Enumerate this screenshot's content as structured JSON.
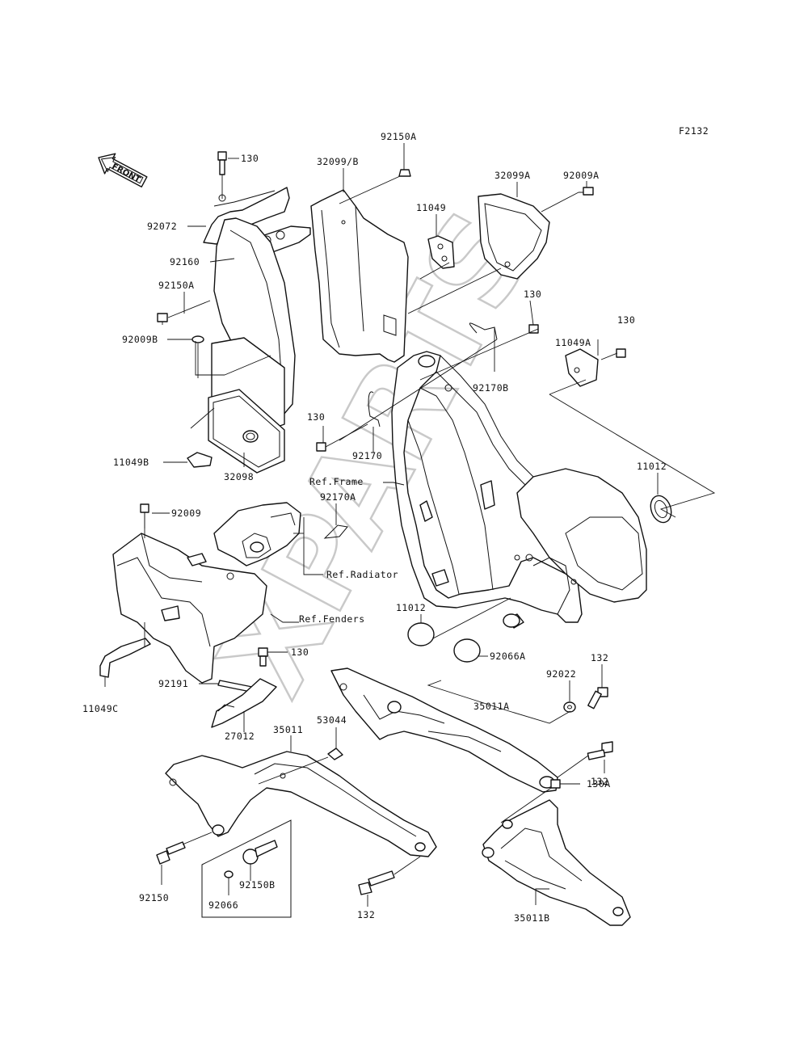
{
  "figure_code": "F2132",
  "watermark": "XPARTS",
  "front_label": "FRONT",
  "parts": [
    {
      "id": "p130a",
      "label": "130"
    },
    {
      "id": "p92150a_top",
      "label": "92150A"
    },
    {
      "id": "p32099b",
      "label": "32099/B"
    },
    {
      "id": "p11049",
      "label": "11049"
    },
    {
      "id": "p32099a",
      "label": "32099A"
    },
    {
      "id": "p92009a",
      "label": "92009A"
    },
    {
      "id": "p92072",
      "label": "92072"
    },
    {
      "id": "p92160",
      "label": "92160"
    },
    {
      "id": "p92150a_left",
      "label": "92150A"
    },
    {
      "id": "p92009b",
      "label": "92009B"
    },
    {
      "id": "p130b",
      "label": "130"
    },
    {
      "id": "p130c",
      "label": "130"
    },
    {
      "id": "p11049a",
      "label": "11049A"
    },
    {
      "id": "p92170b",
      "label": "92170B"
    },
    {
      "id": "p130d",
      "label": "130"
    },
    {
      "id": "p92170",
      "label": "92170"
    },
    {
      "id": "p11049b",
      "label": "11049B"
    },
    {
      "id": "p32098",
      "label": "32098"
    },
    {
      "id": "p11012_r",
      "label": "11012"
    },
    {
      "id": "p_ref_frame",
      "label": "Ref.Frame"
    },
    {
      "id": "p92170a",
      "label": "92170A"
    },
    {
      "id": "p92009",
      "label": "92009"
    },
    {
      "id": "p_ref_radiator",
      "label": "Ref.Radiator"
    },
    {
      "id": "p_ref_fenders",
      "label": "Ref.Fenders"
    },
    {
      "id": "p11012_b",
      "label": "11012"
    },
    {
      "id": "p92066a",
      "label": "92066A"
    },
    {
      "id": "p132_a",
      "label": "132"
    },
    {
      "id": "p92022",
      "label": "92022"
    },
    {
      "id": "p130e",
      "label": "130"
    },
    {
      "id": "p92191",
      "label": "92191"
    },
    {
      "id": "p35011a",
      "label": "35011A"
    },
    {
      "id": "p11049c",
      "label": "11049C"
    },
    {
      "id": "p27012",
      "label": "27012"
    },
    {
      "id": "p35011",
      "label": "35011"
    },
    {
      "id": "p53044",
      "label": "53044"
    },
    {
      "id": "p132_b",
      "label": "132"
    },
    {
      "id": "p130a_b",
      "label": "130A"
    },
    {
      "id": "p92150",
      "label": "92150"
    },
    {
      "id": "p92150b",
      "label": "92150B"
    },
    {
      "id": "p92066",
      "label": "92066"
    },
    {
      "id": "p132_c",
      "label": "132"
    },
    {
      "id": "p35011b",
      "label": "35011B"
    }
  ]
}
